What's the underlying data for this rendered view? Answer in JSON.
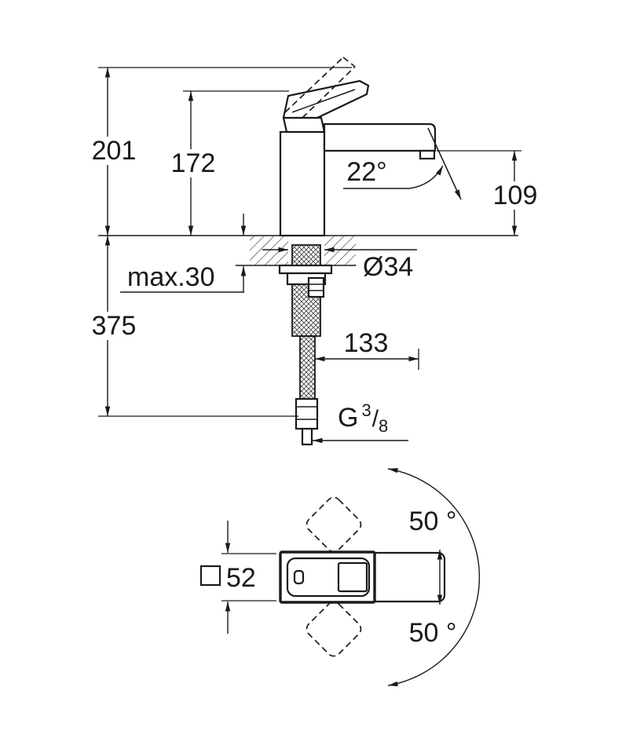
{
  "drawing": {
    "background": "#ffffff",
    "line_color": "#1a1a1a",
    "side_view": {
      "dim_total_height": "201",
      "dim_height_to_top_of_body": "172",
      "dim_stream_angle": "22°",
      "dim_spout_outlet_to_deck": "109",
      "dim_max_mounting_thickness": "max.30",
      "dim_mounting_hole_diameter": "Ø34",
      "dim_connection_depth": "375",
      "dim_spout_reach": "133",
      "thread_spec": {
        "prefix": "G",
        "numerator": "3",
        "slash": "/",
        "denominator": "8"
      }
    },
    "top_view": {
      "dim_body_square_width": "52",
      "dim_handle_swivel_upper": "50 °",
      "dim_handle_swivel_lower": "50 °"
    }
  }
}
